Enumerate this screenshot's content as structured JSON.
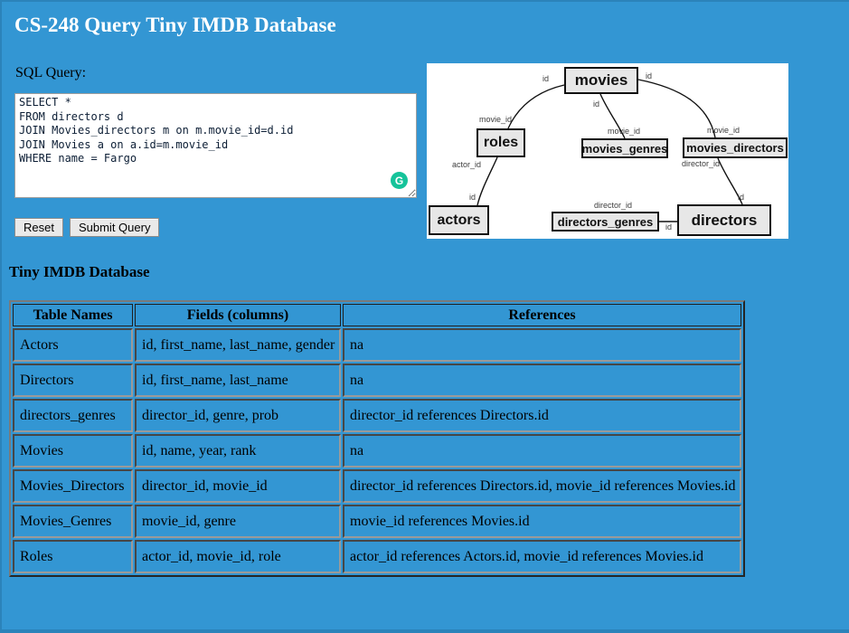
{
  "page": {
    "title": "CS-248 Query Tiny IMDB Database"
  },
  "query_section": {
    "label": "SQL Query:",
    "sql_value": "SELECT *\nFROM directors d\nJOIN Movies_directors m on m.movie_id=d.id\nJOIN Movies a on a.id=m.movie_id\nWHERE name = Fargo",
    "reset_label": "Reset",
    "submit_label": "Submit Query",
    "grammarly_letter": "G"
  },
  "diagram": {
    "nodes": {
      "movies": "movies",
      "roles": "roles",
      "movies_genres": "movies_genres",
      "movies_directors": "movies_directors",
      "actors": "actors",
      "directors_genres": "directors_genres",
      "directors": "directors"
    },
    "edge_labels": [
      {
        "text": "id"
      },
      {
        "text": "movie_id"
      },
      {
        "text": "id"
      },
      {
        "text": "movie_id"
      },
      {
        "text": "id"
      },
      {
        "text": "movie_id"
      },
      {
        "text": "actor_id"
      },
      {
        "text": "id"
      },
      {
        "text": "director_id"
      },
      {
        "text": "id"
      },
      {
        "text": "director_id"
      },
      {
        "text": "id"
      }
    ]
  },
  "database_section": {
    "heading": "Tiny IMDB Database",
    "table": {
      "headers": [
        "Table Names",
        "Fields (columns)",
        "References"
      ],
      "rows": [
        [
          "Actors",
          "id, first_name, last_name, gender",
          "na"
        ],
        [
          "Directors",
          "id, first_name, last_name",
          "na"
        ],
        [
          "directors_genres",
          "director_id, genre, prob",
          "director_id references Directors.id"
        ],
        [
          "Movies",
          "id, name, year, rank",
          "na"
        ],
        [
          "Movies_Directors",
          "director_id, movie_id",
          "director_id references Directors.id, movie_id references Movies.id"
        ],
        [
          "Movies_Genres",
          "movie_id, genre",
          "movie_id references Movies.id"
        ],
        [
          "Roles",
          "actor_id, movie_id, role",
          "actor_id references Actors.id, movie_id references Movies.id"
        ]
      ]
    }
  },
  "colors": {
    "background": "#3396d3",
    "grammarly_green": "#15c39a",
    "diagram_box_bg": "#e7e7e7"
  }
}
